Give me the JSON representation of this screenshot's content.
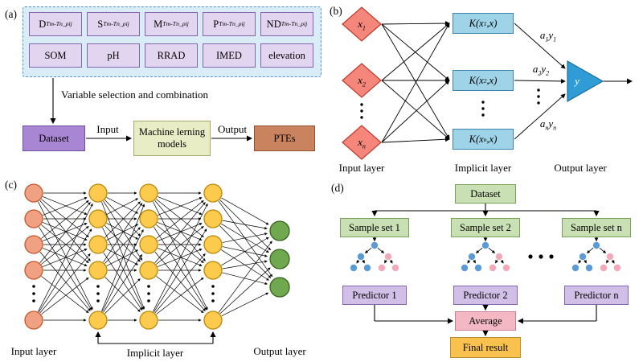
{
  "colors": {
    "dashed_box_bg": "#d9ecf8",
    "dashed_box_border": "#4f93ce",
    "variable_box_bg": "#e2d5ef",
    "variable_box_border": "#8465aa",
    "dataset_box": "#a886d4",
    "model_box": "#e9edc6",
    "ptes_box": "#c9835e",
    "diamond": "#f5867b",
    "diamond_border": "#c0392b",
    "kernel_box": "#9fd4e8",
    "kernel_border": "#3d84ad",
    "triangle": "#2f9cd6",
    "input_node": "#f0a183",
    "input_node_border": "#c05a2e",
    "hidden_node": "#fcca4d",
    "hidden_node_border": "#b8860b",
    "output_node": "#6fa84e",
    "output_node_border": "#39641f",
    "sample_box": "#c9e0b4",
    "predictor_box": "#d2bfe8",
    "average_box": "#f3b8c4",
    "final_box": "#f9c24f",
    "tree_blue": "#5b9bd5",
    "tree_pink": "#f4a9ba"
  },
  "panels": {
    "a": {
      "label": "(a)",
      "variables_row1": [
        {
          "main": "D",
          "sub": "Tm-Tn_ρij"
        },
        {
          "main": "S",
          "sub": "Tm-Tn_ρij"
        },
        {
          "main": "M",
          "sub": "Tm-Tn_ρij"
        },
        {
          "main": "P",
          "sub": "Tm-Tn_ρij"
        },
        {
          "main": "ND",
          "sub": "Tm-Tn_ρij"
        }
      ],
      "variables_row2": [
        "SOM",
        "pH",
        "RRAD",
        "IMED",
        "elevation"
      ],
      "arrow_label": "Variable selection and combination",
      "flow": {
        "dataset": "Dataset",
        "input_label": "Input",
        "model": "Machine lerning models",
        "output_label": "Output",
        "ptes": "PTEs"
      }
    },
    "b": {
      "label": "(b)",
      "inputs": [
        {
          "main": "x",
          "sub": "1"
        },
        {
          "main": "x",
          "sub": "2"
        },
        {
          "main": "x",
          "sub": "n"
        }
      ],
      "kernels": [
        {
          "pre": "K(x",
          "sub": "1",
          "post": ",x)"
        },
        {
          "pre": "K(x",
          "sub": "2",
          "post": ",x)"
        },
        {
          "pre": "K(x",
          "sub": "n",
          "post": ",x)"
        }
      ],
      "weights": [
        {
          "a": "a",
          "s1": "1",
          "y": "y",
          "s2": "1"
        },
        {
          "a": "a",
          "s1": "2",
          "y": "y",
          "s2": "2"
        },
        {
          "a": "a",
          "s1": "n",
          "y": "y",
          "s2": "n"
        }
      ],
      "output_node": "y",
      "layer_labels": [
        "Input layer",
        "Implicit layer",
        "Output layer"
      ]
    },
    "c": {
      "label": "(c)",
      "layer_labels": [
        "Input layer",
        "Implicit layer",
        "Output layer"
      ],
      "structure": {
        "input_nodes": 5,
        "hidden_layers": 3,
        "hidden_nodes": 5,
        "output_nodes": 3
      }
    },
    "d": {
      "label": "(d)",
      "dataset": "Dataset",
      "sample_sets": [
        "Sample set 1",
        "Sample set 2",
        "Sample set n"
      ],
      "predictors": [
        "Predictor 1",
        "Predictor 2",
        "Predictor n"
      ],
      "average": "Average",
      "final_result": "Final result"
    }
  }
}
